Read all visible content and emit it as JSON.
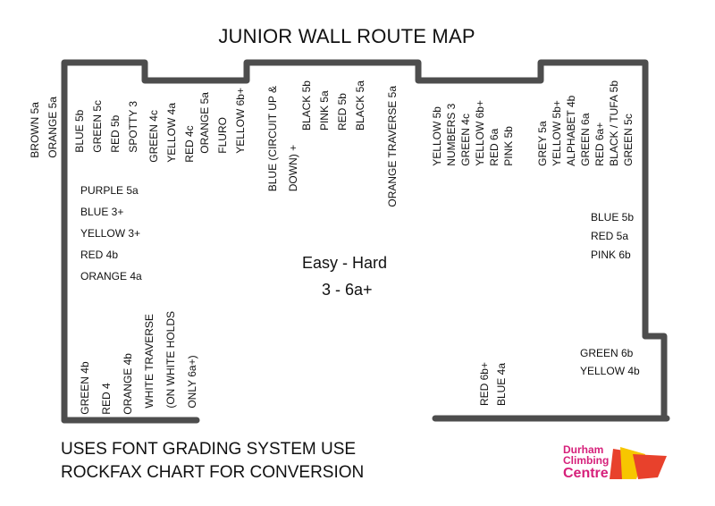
{
  "title": "JUNIOR WALL ROUTE MAP",
  "left_outside": [
    "BROWN 5a",
    "ORANGE 5a"
  ],
  "section_a": [
    "BLUE 5b",
    "GREEN 5c",
    "RED 5b",
    "SPOTTY 3"
  ],
  "section_b": [
    "GREEN 4c",
    "YELLOW 4a",
    "RED 4c"
  ],
  "section_c": [
    "ORANGE 5a",
    "FLURO",
    "YELLOW 6b+"
  ],
  "section_d": [
    "BLUE (CIRCUIT UP &",
    "DOWN) +"
  ],
  "section_e": [
    "BLACK 5b",
    "PINK 5a",
    "RED 5b",
    "BLACK 5a"
  ],
  "section_f": [
    "ORANGE TRAVERSE 5a"
  ],
  "section_g": [
    "YELLOW 5b",
    "NUMBERS 3",
    "GREEN 4c",
    "YELLOW 6b+",
    "RED 6a",
    "PINK 5b"
  ],
  "section_h": [
    "GREY 5a",
    "YELLOW 5b+",
    "ALPHABET 4b",
    "GREEN 6a",
    "RED 6a+",
    "BLACK / TUFA 5b",
    "GREEN 5c"
  ],
  "left_list": [
    "PURPLE 5a",
    "BLUE 3+",
    "YELLOW 3+",
    "RED 4b",
    "ORANGE 4a"
  ],
  "right_list": [
    "BLUE 5b",
    "RED 5a",
    "PINK 6b"
  ],
  "right_lower_list": [
    "GREEN 6b",
    "YELLOW 4b"
  ],
  "center": {
    "line1": "Easy - Hard",
    "line2": "3 - 6a+"
  },
  "bottom_left": [
    "GREEN 4b",
    "RED 4",
    "ORANGE 4b"
  ],
  "bottom_white": [
    "WHITE TRAVERSE",
    "(ON WHITE HOLDS",
    "ONLY 6a+)"
  ],
  "bottom_mid": [
    "RED 6b+",
    "BLUE 4a"
  ],
  "footer": {
    "line1": "USES FONT GRADING SYSTEM USE",
    "line2": "ROCKFAX CHART FOR CONVERSION"
  },
  "logo": {
    "line1": "Durham",
    "line2": "Climbing",
    "line3": "Centre"
  },
  "colors": {
    "wall": "#4d4d4d",
    "logo_pink": "#d6207a",
    "logo_red": "#e8412c",
    "logo_yellow": "#f7c600"
  }
}
